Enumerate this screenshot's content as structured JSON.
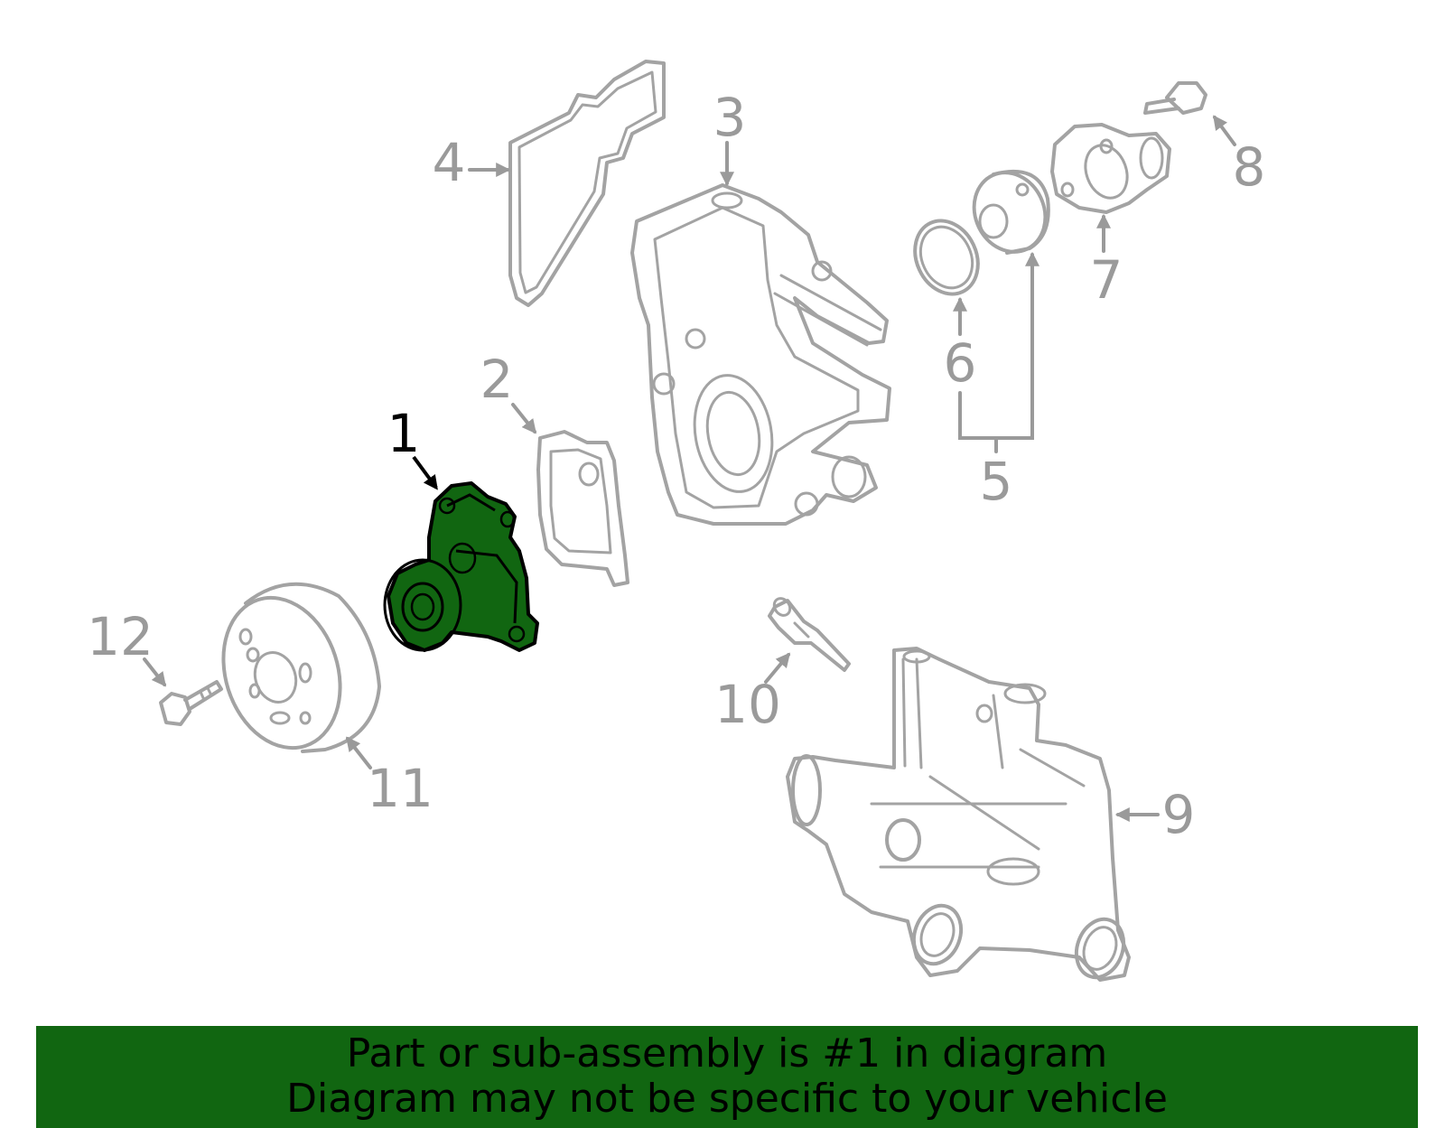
{
  "diagram": {
    "highlight_color": "#116611",
    "part_color": "#a3a3a3",
    "callouts": [
      {
        "label": "1",
        "part": "water-pump",
        "highlighted": true
      },
      {
        "label": "2",
        "part": "gasket"
      },
      {
        "label": "3",
        "part": "cover"
      },
      {
        "label": "4",
        "part": "seal"
      },
      {
        "label": "5",
        "part": "thermostat-kit"
      },
      {
        "label": "6",
        "part": "o-ring"
      },
      {
        "label": "7",
        "part": "thermostat-housing"
      },
      {
        "label": "8",
        "part": "bolt"
      },
      {
        "label": "9",
        "part": "outlet-housing"
      },
      {
        "label": "10",
        "part": "temperature-sensor"
      },
      {
        "label": "11",
        "part": "pulley"
      },
      {
        "label": "12",
        "part": "bolt"
      }
    ]
  },
  "banner": {
    "line1": "Part or sub-assembly is #1 in diagram",
    "line2": "Diagram may not be specific to your vehicle",
    "background": "#116611"
  }
}
